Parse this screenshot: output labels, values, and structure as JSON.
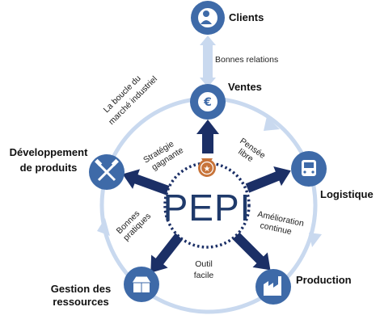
{
  "center": {
    "label": "PEPI"
  },
  "loop_label": [
    "La boucle du",
    "marché industriel"
  ],
  "nodes": {
    "clients": {
      "label": "Clients",
      "icon": "person-icon"
    },
    "ventes": {
      "label": "Ventes",
      "icon": "euro-icon"
    },
    "logistique": {
      "label": "Logistique",
      "icon": "bus-icon"
    },
    "production": {
      "label": "Production",
      "icon": "factory-icon"
    },
    "ressources": {
      "label": [
        "Gestion des",
        "ressources"
      ],
      "icon": "box-icon"
    },
    "developpement": {
      "label": [
        "Développement",
        "de produits"
      ],
      "icon": "tools-icon"
    }
  },
  "edge_labels": {
    "bonnes_relations": "Bonnes relations",
    "pensee_libre": [
      "Pensée",
      "libre"
    ],
    "amelioration_continue": [
      "Amélioration",
      "continue"
    ],
    "outil_facile": [
      "Outil",
      "facile"
    ],
    "bonnes_pratiques": [
      "Bonnes",
      "pratiques"
    ],
    "strategie_gagnante": [
      "Stratégie",
      "gagnante"
    ]
  },
  "colors": {
    "node_fill": "#3e6aa8",
    "arrow": "#1b2f66",
    "loop": "#c9d9ef",
    "dots": "#1b2f66",
    "medal": "#c8743a"
  }
}
